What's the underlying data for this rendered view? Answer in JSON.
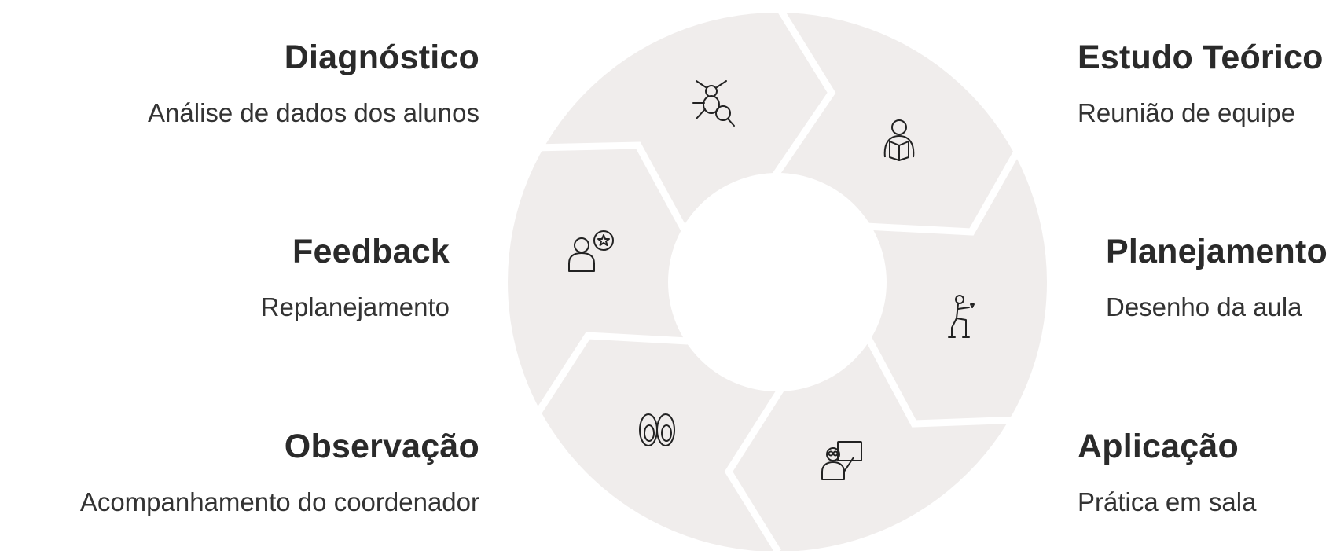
{
  "colors": {
    "segment": "#f0edec",
    "gap": "#ffffff",
    "icon_stroke": "#222222",
    "text": "#2b2b2b"
  },
  "stages": [
    {
      "title": "Diagnóstico",
      "subtitle": "Análise de dados dos alunos",
      "icon": "bug-search-icon"
    },
    {
      "title": "Estudo Teórico",
      "subtitle": "Reunião de equipe",
      "icon": "person-reading-icon"
    },
    {
      "title": "Planejamento",
      "subtitle": "Desenho da aula",
      "icon": "kneeling-person-icon"
    },
    {
      "title": "Aplicação",
      "subtitle": "Prática em sala",
      "icon": "teacher-board-icon"
    },
    {
      "title": "Observação",
      "subtitle": "Acompanhamento do coordenador",
      "icon": "eyes-icon"
    },
    {
      "title": "Feedback",
      "subtitle": "Replanejamento",
      "icon": "user-star-feedback-icon"
    }
  ]
}
